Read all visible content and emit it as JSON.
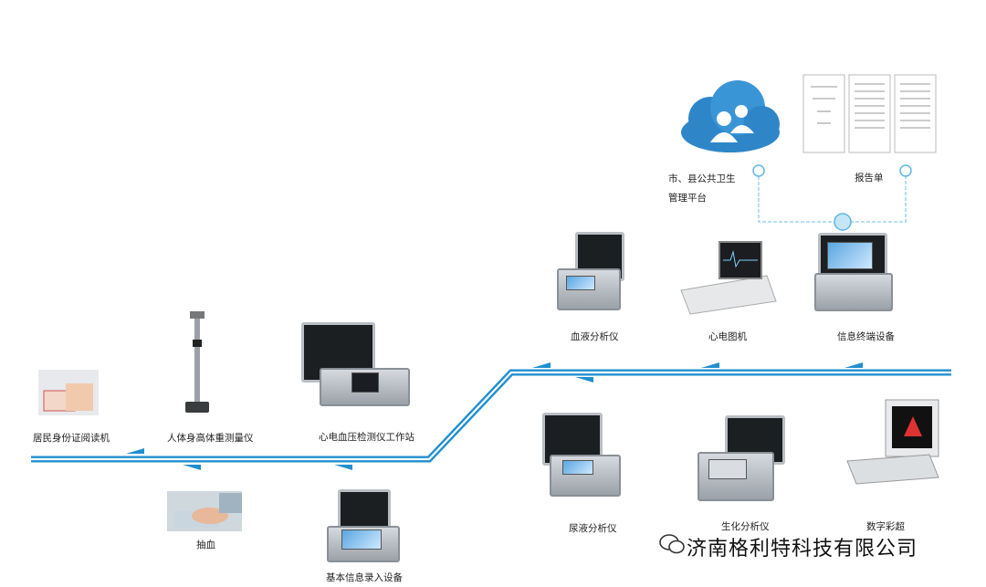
{
  "colors": {
    "line": "#1f8fd0",
    "line_light": "#a9d6f0",
    "node": "#bfe3f6",
    "dash": "#7fc3ea"
  },
  "platform": {
    "label_line1": "市、县公共卫生",
    "label_line2": "管理平台",
    "icon": "cloud-people-icon"
  },
  "report": {
    "label": "报告单"
  },
  "devices": {
    "id_reader": "居民身份证阅读机",
    "height_weight": "人体身高体重测量仪",
    "ecg_bp_station": "心电血压检测仪工作站",
    "blood_draw": "抽血",
    "info_entry": "基本信息录入设备",
    "blood_analyzer": "血液分析仪",
    "ecg_machine": "心电图机",
    "info_terminal": "信息终端设备",
    "urine_analyzer": "尿液分析仪",
    "biochem_analyzer": "生化分析仪",
    "color_ultrasound": "数字彩超"
  },
  "watermark": {
    "text": "济南格利特科技有限公司",
    "icon": "wechat-icon"
  }
}
